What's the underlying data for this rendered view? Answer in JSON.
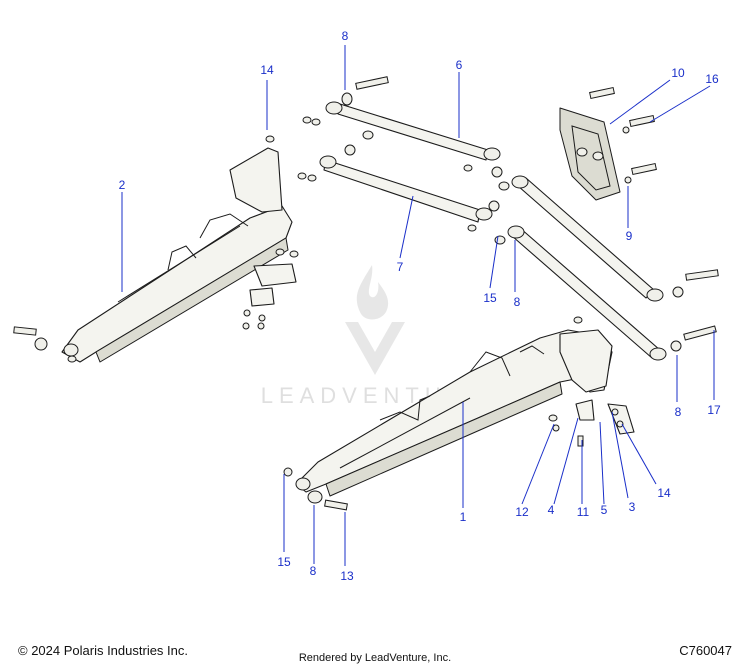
{
  "callouts": [
    "1",
    "2",
    "3",
    "4",
    "5",
    "6",
    "7",
    "8",
    "8",
    "8",
    "8",
    "9",
    "10",
    "11",
    "12",
    "13",
    "14",
    "14",
    "15",
    "15",
    "16",
    "17"
  ],
  "watermark": {
    "text": "LEADVENTURE"
  },
  "footer": {
    "copyright": "© 2024 Polaris Industries Inc.",
    "rendered_by": "Rendered by LeadVenture, Inc.",
    "code": "C760047"
  }
}
